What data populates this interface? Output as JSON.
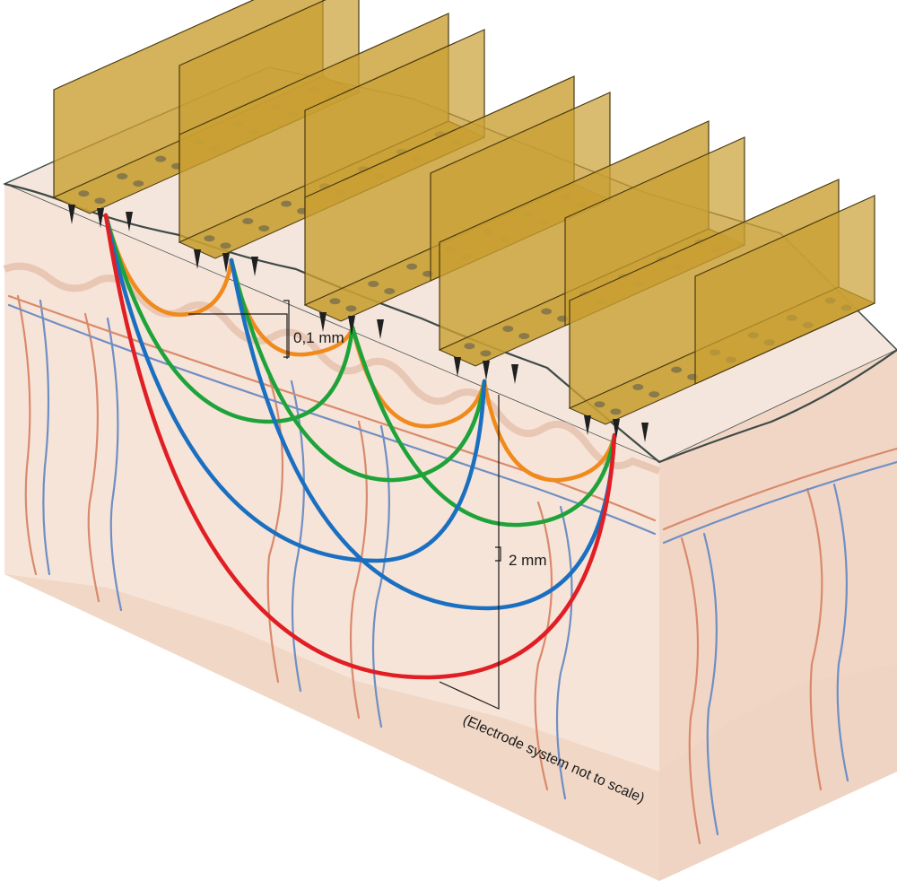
{
  "labels": {
    "shallow_depth": "0,1 mm",
    "deep_depth": "2 mm",
    "scale_note_line1": "(Electrode system not to scale)"
  },
  "colors": {
    "background": "#ffffff",
    "tissue_front": "#f7e4d8",
    "tissue_side": "#f1d6c6",
    "tissue_top": "#f4e6dc",
    "tissue_deep": "#efd3c2",
    "skin_line": "#3e4a47",
    "artery": "#d98a6c",
    "vein": "#6f8fc4",
    "electrode_panel": "#c9a033",
    "electrode_edge": "#4a3a10",
    "electrode_pad": "#8a7a4a",
    "needle": "#1f1f1f",
    "arc_orange": "#f08a1c",
    "arc_green": "#1ea33a",
    "arc_blue": "#1a6fc0",
    "arc_red": "#e01e24",
    "dimension_line": "#1a1a1a"
  },
  "electrode_rows": 5,
  "current_paths": [
    "orange",
    "green",
    "blue",
    "red"
  ]
}
